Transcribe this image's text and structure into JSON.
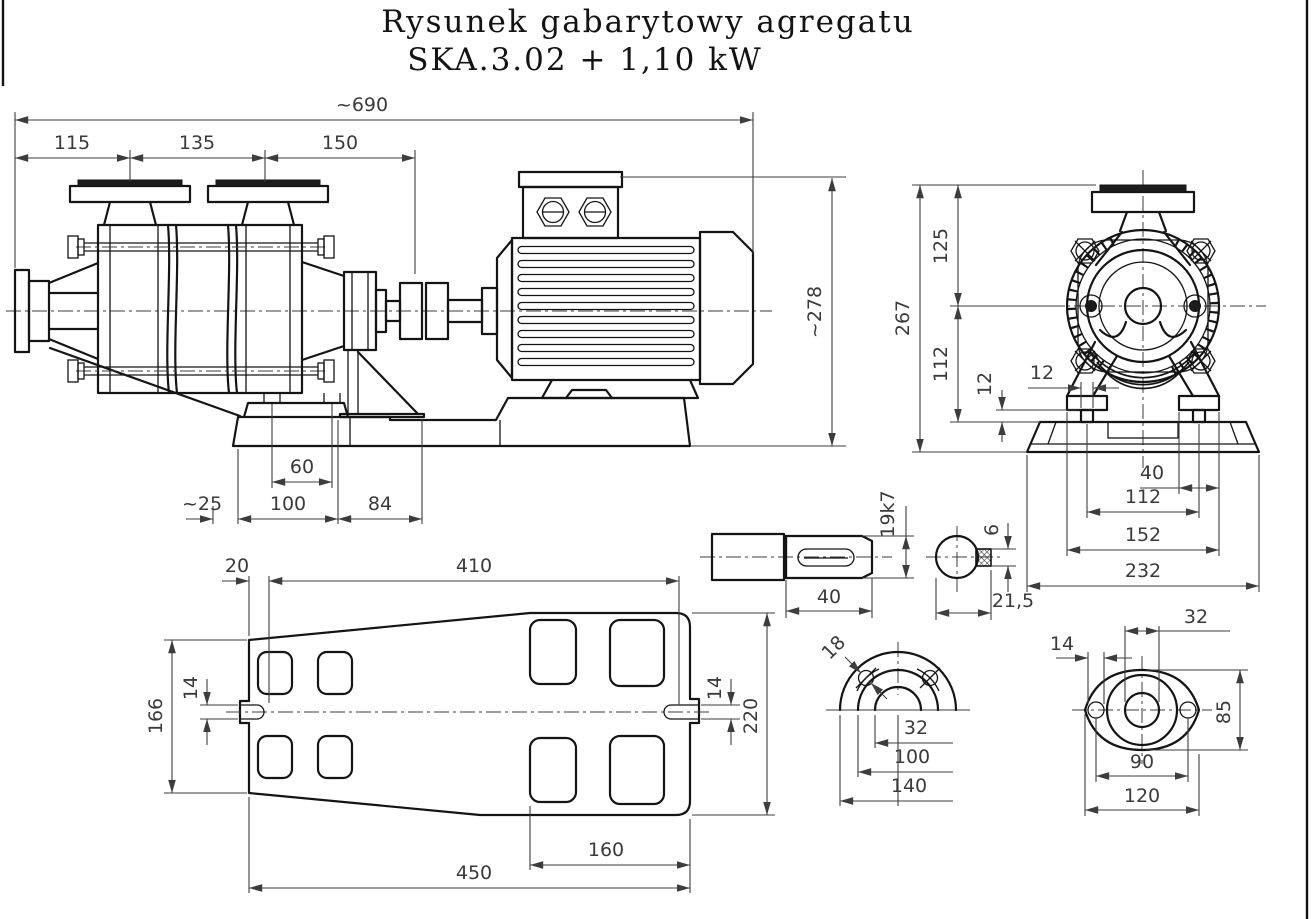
{
  "title": {
    "line1": "Rysunek gabarytowy agregatu",
    "line2": "SKA.3.02  +  1,10 kW"
  },
  "colors": {
    "line": "#141414",
    "dim": "#3d3d3d",
    "background": "#ffffff"
  },
  "dims": {
    "side": {
      "overall": "~690",
      "a": "115",
      "b": "135",
      "c": "150",
      "height": "~278",
      "bolt": "60",
      "e": "~25",
      "f": "100",
      "g": "84"
    },
    "front": {
      "h": "267",
      "h1": "125",
      "h2": "112",
      "pad_h": "12",
      "pad_w": "12",
      "w1": "40",
      "w2": "112",
      "w3": "152",
      "w4": "232"
    },
    "shaft": {
      "dia": "19k7",
      "len": "40",
      "key": "6",
      "kh": "21,5"
    },
    "plate": {
      "a": "20",
      "b": "410",
      "h_left": "166",
      "slot_l": "14",
      "slot_r": "14",
      "h_right": "220",
      "c": "160",
      "len": "450"
    },
    "flange1": {
      "hole": "18",
      "bore": "32",
      "pcd": "100",
      "od": "140"
    },
    "flange2": {
      "neck": "32",
      "hole": "14",
      "h": "85",
      "pcd": "90",
      "od": "120"
    }
  }
}
